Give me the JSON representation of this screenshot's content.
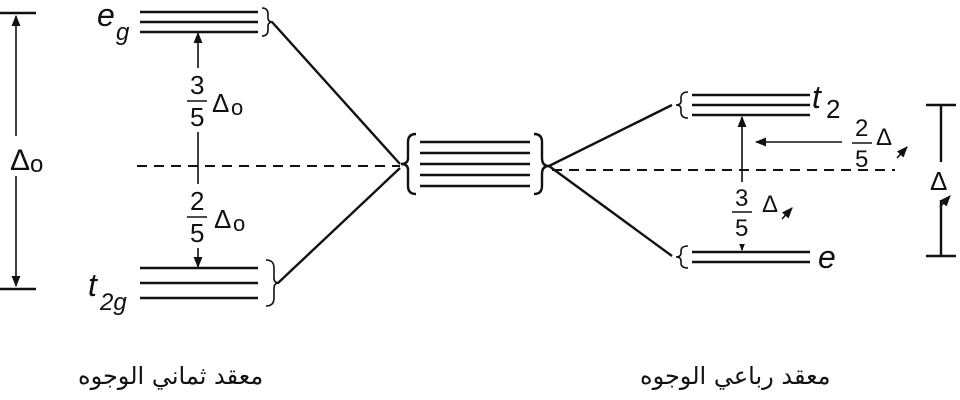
{
  "octahedral": {
    "upper_letter": "e",
    "upper_sub": "g",
    "lower_letter": "t",
    "lower_sub": "2g",
    "upper_frac_num": "3",
    "upper_frac_den": "5",
    "lower_frac_num": "2",
    "lower_frac_den": "5",
    "delta": "Δ",
    "delta_sub": "o",
    "caption": "معقد ثماني الوجوه"
  },
  "tetrahedral": {
    "upper_letter": "t",
    "upper_sub": "2",
    "lower_letter": "e",
    "upper_frac_num": "2",
    "upper_frac_den": "5",
    "lower_frac_num": "3",
    "lower_frac_den": "5",
    "delta": "Δ",
    "caption": "معقد رباعي الوجوه"
  },
  "colors": {
    "ink": "#111111",
    "background": "#ffffff"
  }
}
